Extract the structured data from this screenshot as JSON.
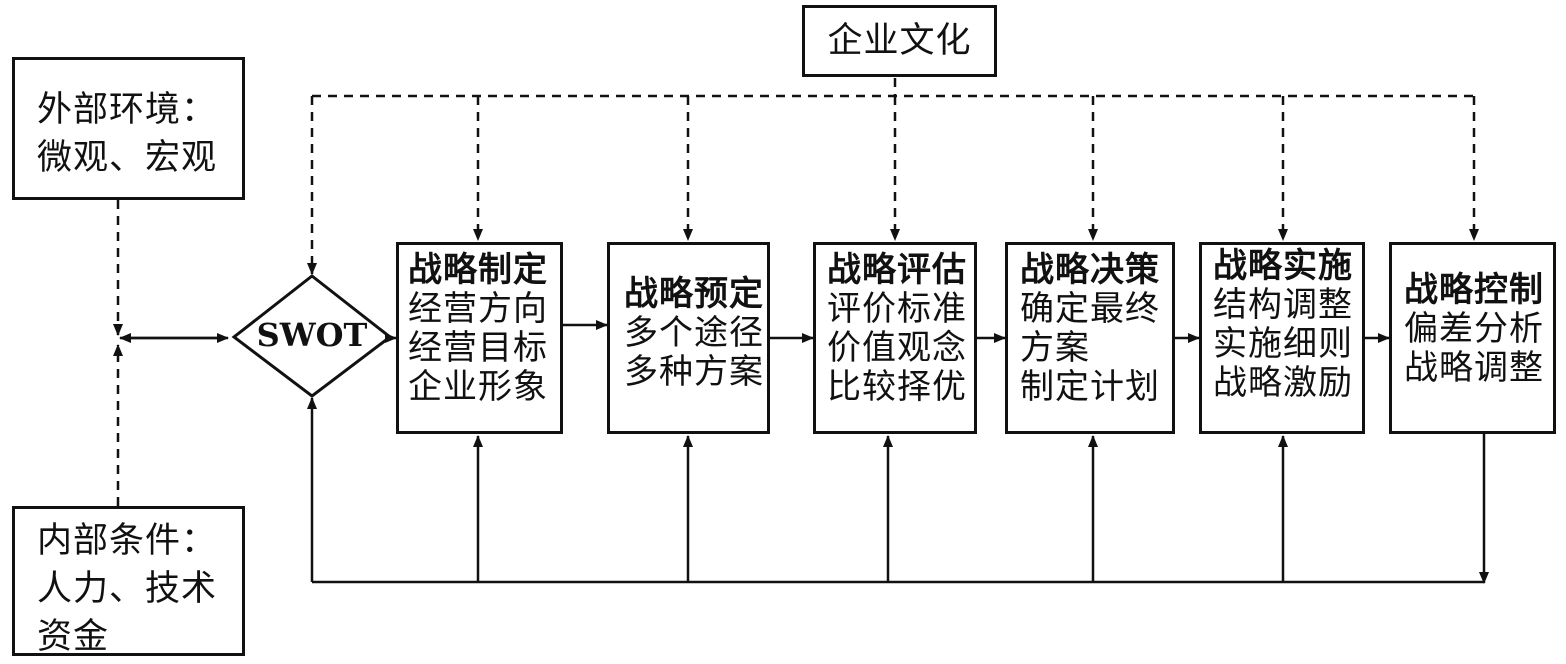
{
  "culture": {
    "label": "企业文化"
  },
  "external": {
    "lines": [
      "外部环境：",
      "微观、宏观"
    ]
  },
  "internal": {
    "lines": [
      "内部条件：",
      "人力、技术",
      "资金"
    ]
  },
  "swot": {
    "label": "SWOT"
  },
  "stages": [
    {
      "title": "战略制定",
      "items": [
        "经营方向",
        "经营目标",
        "企业形象"
      ]
    },
    {
      "title": "战略预定",
      "items": [
        "多个途径",
        "多种方案"
      ]
    },
    {
      "title": "战略评估",
      "items": [
        "评价标准",
        "价值观念",
        "比较择优"
      ]
    },
    {
      "title": "战略决策",
      "items": [
        "确定最终",
        "方案",
        "制定计划"
      ]
    },
    {
      "title": "战略实施",
      "items": [
        "结构调整",
        "实施细则",
        "战略激励"
      ]
    },
    {
      "title": "战略控制",
      "items": [
        "偏差分析",
        "战略调整"
      ]
    }
  ]
}
